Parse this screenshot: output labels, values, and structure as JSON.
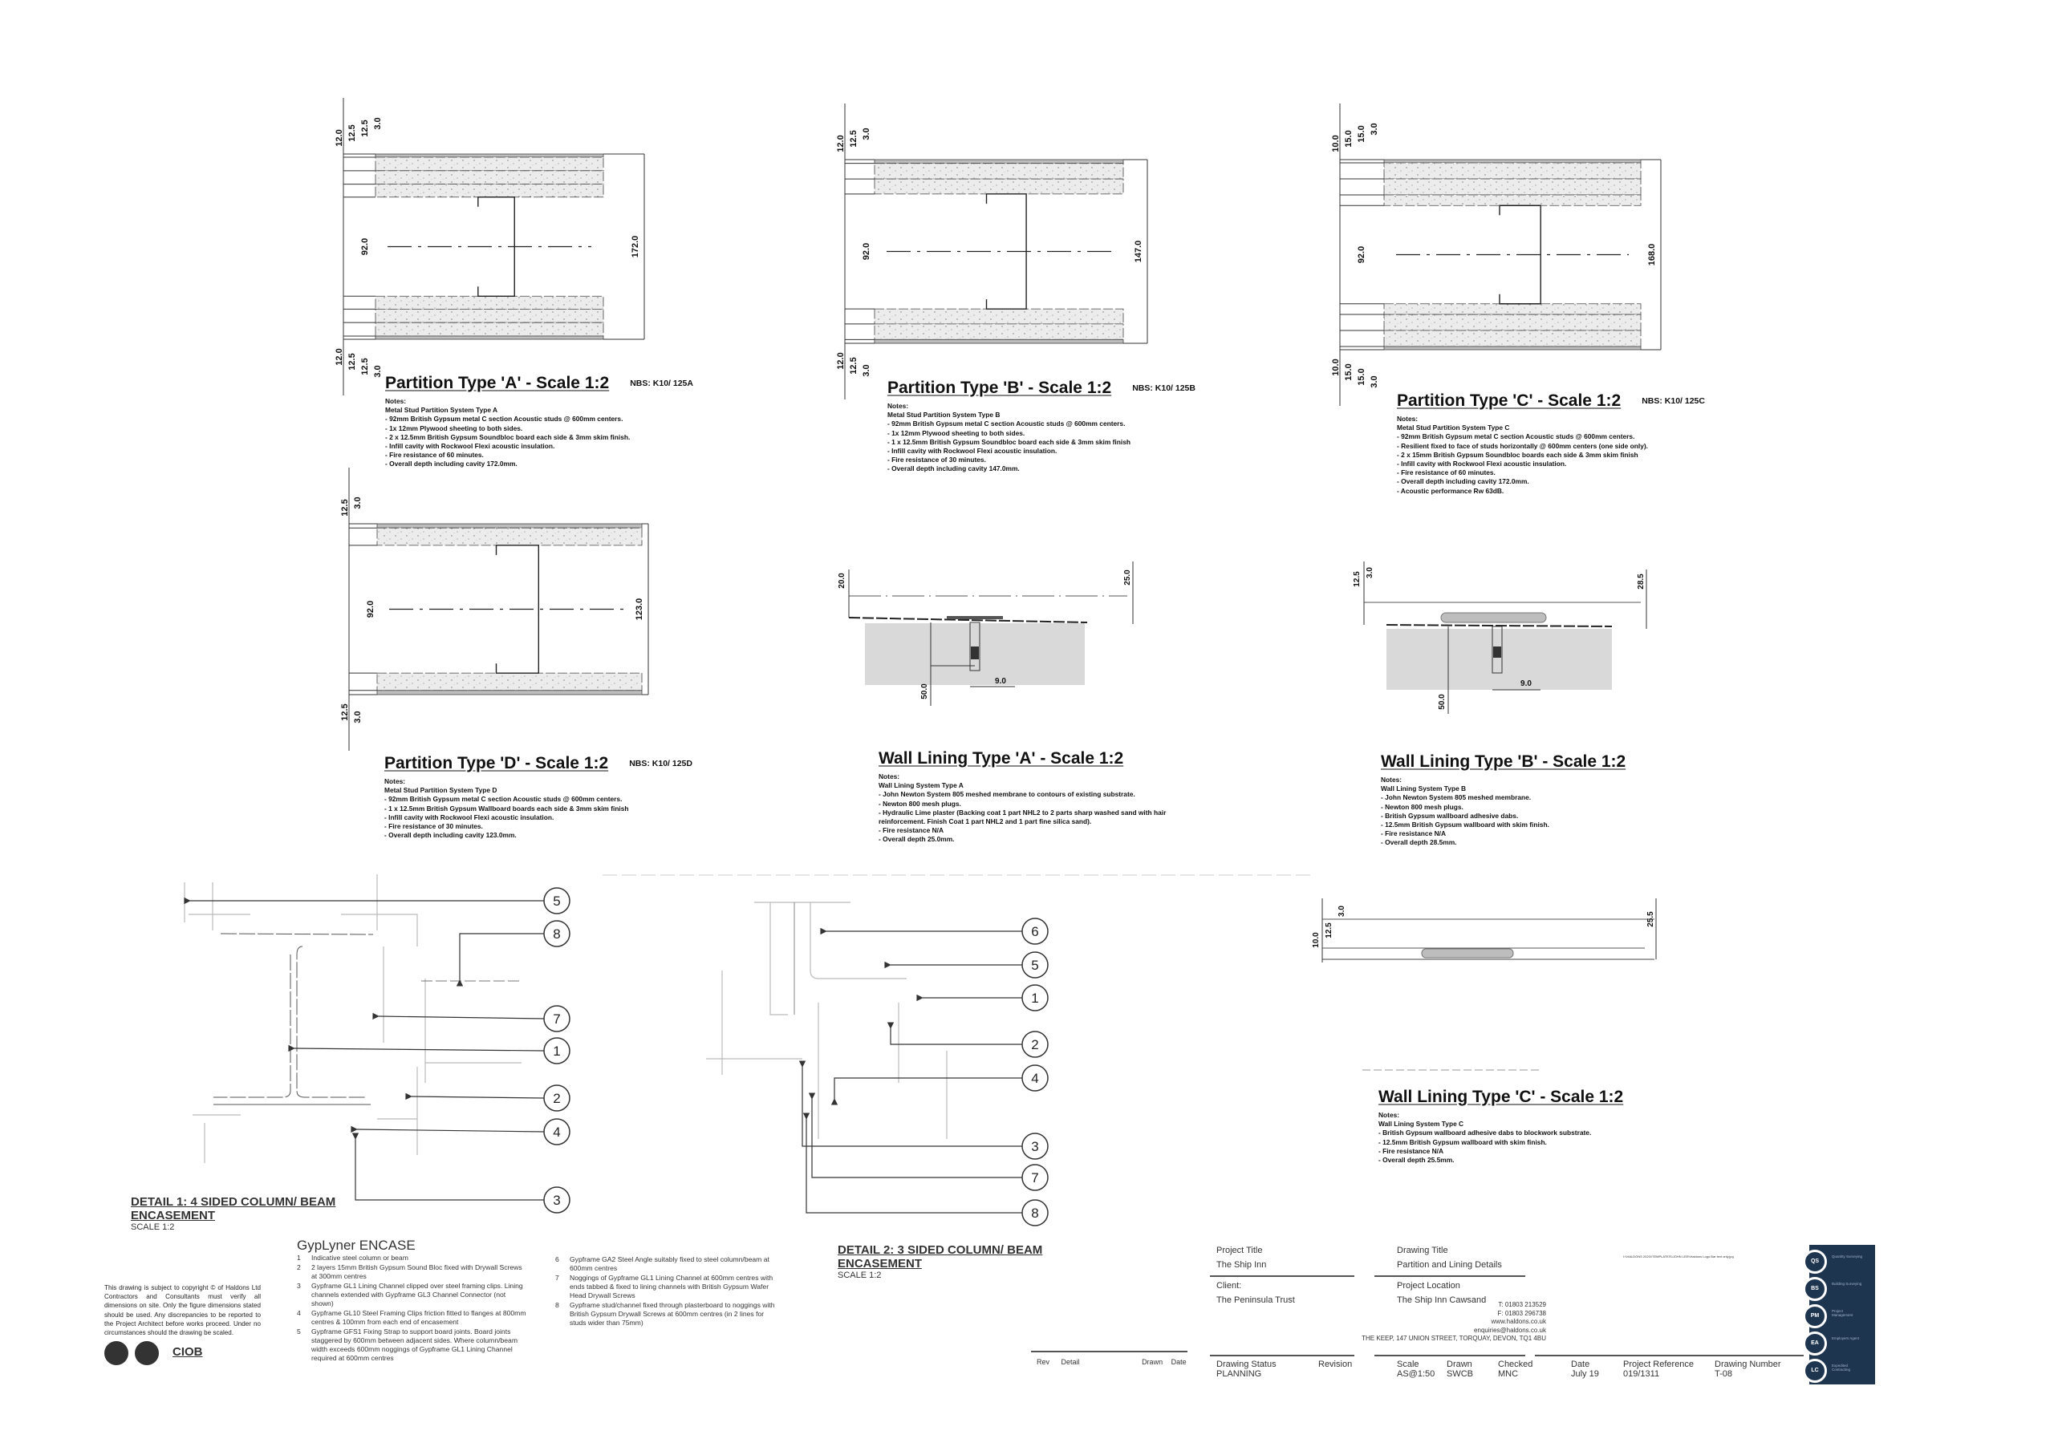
{
  "partitions": [
    {
      "title": "Partition Type 'A' - Scale 1:2",
      "nbs": "NBS: K10/ 125A",
      "notes_label": "Notes:",
      "notes": [
        "Metal Stud Partition System Type A",
        "- 92mm British Gypsum metal C section Acoustic studs @ 600mm centers.",
        "- 1x 12mm Plywood sheeting to both sides.",
        "- 2 x 12.5mm British Gypsum Soundbloc board each side & 3mm skim finish.",
        "- Infill cavity with Rockwool Flexi acoustic insulation.",
        "- Fire resistance of 60 minutes.",
        "- Overall depth including cavity 172.0mm."
      ],
      "layers_top": [
        "3.0",
        "12.5",
        "12.5",
        "12.0"
      ],
      "core": "92.0",
      "layers_bottom": [
        "12.0",
        "12.5",
        "12.5",
        "3.0"
      ],
      "total": "172.0"
    },
    {
      "title": "Partition Type 'B' - Scale 1:2",
      "nbs": "NBS: K10/ 125B",
      "notes_label": "Notes:",
      "notes": [
        "Metal Stud Partition System Type B",
        "- 92mm British Gypsum metal C section Acoustic studs @ 600mm centers.",
        "- 1x 12mm Plywood sheeting to both sides.",
        "- 1 x 12.5mm British Gypsum Soundbloc board each side & 3mm skim finish",
        "- Infill cavity with Rockwool Flexi acoustic insulation.",
        "- Fire resistance of 30 minutes.",
        "- Overall depth including cavity 147.0mm."
      ],
      "layers_top": [
        "3.0",
        "12.5",
        "12.0"
      ],
      "core": "92.0",
      "layers_bottom": [
        "12.0",
        "12.5",
        "3.0"
      ],
      "total": "147.0"
    },
    {
      "title": "Partition Type 'C' - Scale 1:2",
      "nbs": "NBS: K10/ 125C",
      "notes_label": "Notes:",
      "notes": [
        "Metal Stud Partition System Type C",
        "- 92mm British Gypsum metal C section Acoustic studs @ 600mm centers.",
        "- Resilient fixed to face of studs horizontally @ 600mm centers (one side only).",
        "- 2 x 15mm British Gypsum Soundbloc boards each side & 3mm skim finish",
        "- Infill cavity with Rockwool Flexi acoustic insulation.",
        "- Fire resistance of 60 minutes.",
        "- Overall depth including cavity 172.0mm.",
        "- Acoustic performance Rw 63dB."
      ],
      "layers_top": [
        "3.0",
        "15.0",
        "15.0",
        "10.0"
      ],
      "core": "92.0",
      "layers_bottom": [
        "10.0",
        "15.0",
        "15.0",
        "3.0"
      ],
      "total": "168.0"
    },
    {
      "title": "Partition Type 'D' - Scale 1:2",
      "nbs": "NBS: K10/ 125D",
      "notes_label": "Notes:",
      "notes": [
        "Metal Stud Partition System Type D",
        "- 92mm British Gypsum metal C section Acoustic studs @ 600mm centers.",
        "- 1 x 12.5mm British Gypsum Wallboard boards each side & 3mm skim finish",
        "- Infill cavity with Rockwool Flexi acoustic insulation.",
        "- Fire resistance of 30 minutes.",
        "- Overall depth including cavity 123.0mm."
      ],
      "layers_top": [
        "3.0",
        "12.5"
      ],
      "core": "92.0",
      "layers_bottom": [
        "12.5",
        "3.0"
      ],
      "total": "123.0"
    }
  ],
  "linings": [
    {
      "title": "Wall Lining Type 'A' - Scale 1:2",
      "notes_label": "Notes:",
      "notes": [
        "Wall Lining System Type A",
        "- John Newton System 805 meshed membrane to contours of existing substrate.",
        "- Newton 800 mesh plugs.",
        "- Hydraulic Lime plaster (Backing coat 1 part NHL2 to 2 parts sharp washed sand with hair",
        "reinforcement. Finish Coat 1 part NHL2 and 1 part fine silica sand).",
        "- Fire resistance N/A",
        "- Overall depth 25.0mm."
      ],
      "dims": {
        "left": "20.0",
        "total": "25.0",
        "plug": "50.0",
        "gap": "9.0"
      }
    },
    {
      "title": "Wall Lining Type 'B' - Scale 1:2",
      "notes_label": "Notes:",
      "notes": [
        "Wall Lining System Type B",
        "- John Newton System 805 meshed membrane.",
        "- Newton 800 mesh plugs.",
        "- British Gypsum wallboard adhesive dabs.",
        "- 12.5mm British Gypsum wallboard with skim finish.",
        "- Fire resistance N/A",
        "- Overall depth 28.5mm."
      ],
      "dims": {
        "board": "12.5",
        "skim": "3.0",
        "total": "28.5",
        "plug": "50.0",
        "gap": "9.0"
      }
    },
    {
      "title": "Wall Lining Type 'C' - Scale 1:2",
      "notes_label": "Notes:",
      "notes": [
        "Wall Lining System Type C",
        "- British Gypsum wallboard adhesive dabs to blockwork substrate.",
        "- 12.5mm British Gypsum wallboard with skim finish.",
        "- Fire resistance N/A",
        "- Overall depth 25.5mm."
      ],
      "dims": {
        "dab": "10.0",
        "board": "12.5",
        "skim": "3.0",
        "total": "25.5"
      }
    }
  ],
  "details": [
    {
      "title_line1": "DETAIL 1: 4 SIDED COLUMN/ BEAM",
      "title_line2": "ENCASEMENT",
      "scale": "SCALE 1:2",
      "callouts": [
        "5",
        "8",
        "7",
        "1",
        "2",
        "4",
        "3"
      ]
    },
    {
      "title_line1": "DETAIL 2: 3 SIDED COLUMN/ BEAM",
      "title_line2": "ENCASEMENT",
      "scale": "SCALE 1:2",
      "callouts": [
        "6",
        "5",
        "1",
        "2",
        "4",
        "3",
        "7",
        "8"
      ]
    }
  ],
  "gyplyner": {
    "heading": "GypLyner ENCASE",
    "items": [
      {
        "n": "1",
        "text": "Indicative steel column or beam"
      },
      {
        "n": "2",
        "text": "2 layers 15mm  British Gypsum Sound Bloc fixed with Drywall Screws at 300mm centres"
      },
      {
        "n": "3",
        "text": "Gypframe GL1 Lining Channel clipped over steel framing clips. Lining channels extended with Gypframe GL3 Channel Connector (not shown)"
      },
      {
        "n": "4",
        "text": "Gypframe GL10 Steel Framing Clips friction fitted to flanges at 800mm centres & 100mm from each end of encasement"
      },
      {
        "n": "5",
        "text": "Gypframe GFS1 Fixing Strap to support board joints. Board joints staggered by 600mm between adjacent sides. Where column/beam width exceeds 600mm noggings of Gypframe GL1 Lining Channel required at 600mm centres"
      },
      {
        "n": "6",
        "text": "Gypframe GA2 Steel Angle suitably fixed to steel column/beam at 600mm centres"
      },
      {
        "n": "7",
        "text": "Noggings of Gypframe GL1 Lining Channel at 600mm centres with ends tabbed & fixed to lining channels with British Gypsum Wafer Head Drywall Screws"
      },
      {
        "n": "8",
        "text": "Gypframe stud/channel fixed through plasterboard to noggings with British Gypsum Drywall Screws at 600mm centres (in 2 lines for studs wider than 75mm)"
      }
    ]
  },
  "copyright": "This drawing is subject to copyright © of Haldons Ltd Contractors and Consultants must verify all dimensions on site. Only the figure dimensions stated should be used. Any discrepancies to be reported to the Project Architect before works proceed. Under no circumstances should the drawing be scaled.",
  "ciob_logo": "CIOB",
  "title_block": {
    "rev_headers": {
      "rev": "Rev",
      "detail": "Detail",
      "drawn": "Drawn",
      "date": "Date"
    },
    "project_title_label": "Project Title",
    "project_title": "The Ship Inn",
    "client_label": "Client:",
    "client": "The Peninsula Trust",
    "drawing_title_label": "Drawing Title",
    "drawing_title": "Partition and Lining Details",
    "project_location_label": "Project Location",
    "project_location": "The Ship Inn Cawsand",
    "phone": "T: 01803 213529",
    "fax": "F: 01803 296738",
    "web": "www.haldons.co.uk",
    "email": "enquiries@haldons.co.uk",
    "address": "THE KEEP, 147 UNION STREET, TORQUAY, DEVON, TQ1 4BU",
    "drawing_status_label": "Drawing Status",
    "drawing_status": "PLANNING",
    "revision_label": "Revision",
    "scale_label": "Scale",
    "scale": "AS@1:50",
    "drawn_label": "Drawn",
    "drawn": "SWCB",
    "checked_label": "Checked",
    "checked": "MNC",
    "date_label": "Date",
    "date": "July 19",
    "project_reference_label": "Project Reference",
    "project_reference": "019/1311",
    "drawing_number_label": "Drawing Number",
    "drawing_number": "T-08",
    "file_path": "I:\\\\HALDONS 2020\\\\TEMPLATES\\\\JOHN LEE\\\\Haldons Logo Bar text only.jpg"
  },
  "logo_bar": [
    {
      "abbr": "QS",
      "text": "Quantity Surveying"
    },
    {
      "abbr": "BS",
      "text": "Building Surveying"
    },
    {
      "abbr": "PM",
      "text": "Project Management"
    },
    {
      "abbr": "EA",
      "text": "Employers Agent"
    },
    {
      "abbr": "LC",
      "text": "Expedited Contracting"
    }
  ],
  "colors": {
    "line": "#222222",
    "board": "#e6e6e6",
    "substrate": "#d9d9d9",
    "faint": "#c8c8c8",
    "logo_bg": "#1e3550"
  }
}
